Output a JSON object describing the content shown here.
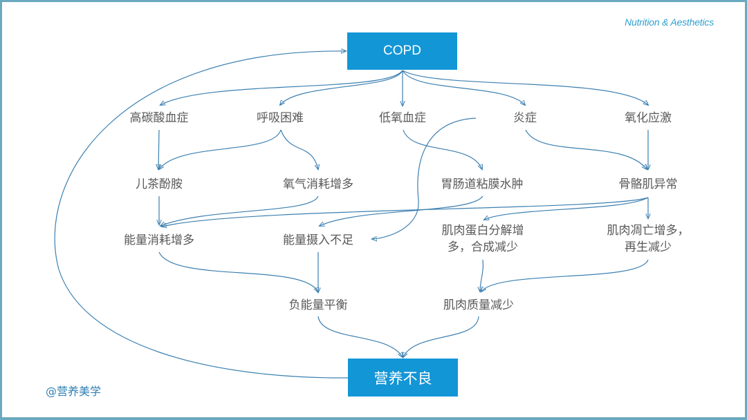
{
  "header": {
    "brand": "Nutrition & Aesthetics"
  },
  "footer": {
    "handle": "@营养美学"
  },
  "diagram": {
    "root": "COPD",
    "outcome": "营养不良",
    "level1": [
      "高碳酸血症",
      "呼吸困难",
      "低氧血症",
      "炎症",
      "氧化应激"
    ],
    "level2": [
      "儿茶酚胺",
      "氧气消耗增多",
      "胃肠道粘膜水肿",
      "骨骼肌异常"
    ],
    "level3": [
      "能量消耗增多",
      "能量摄入不足",
      "肌肉蛋白分解增多，合成减少",
      "肌肉凋亡增多，再生减少"
    ],
    "level3_lines": {
      "protein": [
        "肌肉蛋白分解增",
        "多，合成减少"
      ],
      "apoptosis": [
        "肌肉凋亡增多，",
        "再生减少"
      ]
    },
    "level4": [
      "负能量平衡",
      "肌肉质量减少"
    ],
    "edges": [
      [
        "COPD",
        "高碳酸血症"
      ],
      [
        "COPD",
        "呼吸困难"
      ],
      [
        "COPD",
        "低氧血症"
      ],
      [
        "COPD",
        "炎症"
      ],
      [
        "COPD",
        "氧化应激"
      ],
      [
        "高碳酸血症",
        "儿茶酚胺"
      ],
      [
        "呼吸困难",
        "儿茶酚胺"
      ],
      [
        "呼吸困难",
        "氧气消耗增多"
      ],
      [
        "低氧血症",
        "胃肠道粘膜水肿"
      ],
      [
        "炎症",
        "骨骼肌异常"
      ],
      [
        "氧化应激",
        "骨骼肌异常"
      ],
      [
        "炎症",
        "能量摄入不足"
      ],
      [
        "儿茶酚胺",
        "能量消耗增多"
      ],
      [
        "氧气消耗增多",
        "能量消耗增多"
      ],
      [
        "骨骼肌异常",
        "能量消耗增多"
      ],
      [
        "胃肠道粘膜水肿",
        "能量摄入不足"
      ],
      [
        "骨骼肌异常",
        "肌肉蛋白分解增多，合成减少"
      ],
      [
        "骨骼肌异常",
        "肌肉凋亡增多，再生减少"
      ],
      [
        "能量消耗增多",
        "负能量平衡"
      ],
      [
        "能量摄入不足",
        "负能量平衡"
      ],
      [
        "肌肉蛋白分解增多，合成减少",
        "肌肉质量减少"
      ],
      [
        "肌肉凋亡增多，再生减少",
        "肌肉质量减少"
      ],
      [
        "负能量平衡",
        "营养不良"
      ],
      [
        "肌肉质量减少",
        "营养不良"
      ],
      [
        "营养不良",
        "COPD"
      ]
    ]
  },
  "colors": {
    "box": "#1396d6",
    "edge": "#3b7fb0",
    "text": "#595959",
    "frame": "#6aa9bf",
    "brand": "#2e9fd0"
  }
}
